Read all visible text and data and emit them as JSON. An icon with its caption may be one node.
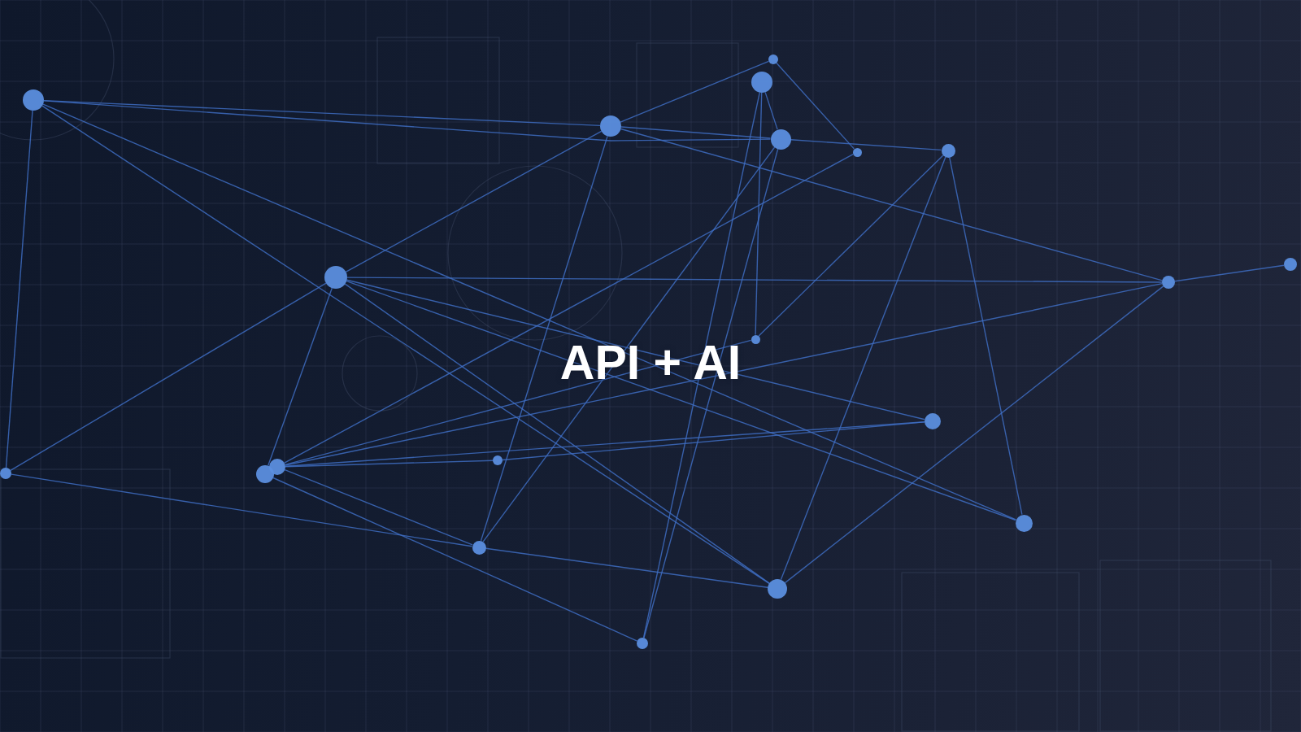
{
  "diagram": {
    "title": "API + AI",
    "nodes": [
      {
        "text": [],
        "shape": "circle"
      },
      {
        "text": [],
        "shape": "circle"
      },
      {
        "text": [],
        "shape": "circle"
      },
      {
        "text": [],
        "shape": "circle"
      },
      {
        "text": [],
        "shape": "circle"
      },
      {
        "text": [],
        "shape": "circle"
      },
      {
        "text": [],
        "shape": "circle"
      },
      {
        "text": [],
        "shape": "circle"
      },
      {
        "text": [],
        "shape": "circle"
      },
      {
        "text": [],
        "shape": "circle"
      },
      {
        "text": [],
        "shape": "circle"
      },
      {
        "text": [],
        "shape": "circle"
      },
      {
        "text": [],
        "shape": "circle"
      },
      {
        "text": [],
        "shape": "circle"
      },
      {
        "text": [],
        "shape": "circle"
      },
      {
        "text": [],
        "shape": "circle"
      },
      {
        "text": [],
        "shape": "circle"
      },
      {
        "text": [],
        "shape": "circle"
      },
      {
        "text": [],
        "shape": "circle"
      },
      {
        "text": [],
        "shape": "circle"
      }
    ],
    "edges": [
      {
        "from": 2,
        "to": 3,
        "arrow": "none"
      },
      {
        "from": 2,
        "to": 4,
        "arrow": "none"
      },
      {
        "from": 2,
        "to": 14,
        "arrow": "none"
      },
      {
        "from": 2,
        "to": 18,
        "arrow": "none"
      },
      {
        "from": 2,
        "to": 16,
        "arrow": "none"
      },
      {
        "from": 3,
        "to": 0,
        "arrow": "none"
      },
      {
        "from": 3,
        "to": 4,
        "arrow": "none"
      },
      {
        "from": 3,
        "to": 8,
        "arrow": "none"
      },
      {
        "from": 3,
        "to": 17,
        "arrow": "none"
      },
      {
        "from": 3,
        "to": 9,
        "arrow": "none"
      },
      {
        "from": 0,
        "to": 6,
        "arrow": "none"
      },
      {
        "from": 1,
        "to": 4,
        "arrow": "none"
      },
      {
        "from": 1,
        "to": 10,
        "arrow": "none"
      },
      {
        "from": 1,
        "to": 19,
        "arrow": "none"
      },
      {
        "from": 4,
        "to": 5,
        "arrow": "none"
      },
      {
        "from": 4,
        "to": 17,
        "arrow": "none"
      },
      {
        "from": 4,
        "to": 19,
        "arrow": "none"
      },
      {
        "from": 6,
        "to": 13,
        "arrow": "none"
      },
      {
        "from": 5,
        "to": 10,
        "arrow": "none"
      },
      {
        "from": 5,
        "to": 16,
        "arrow": "none"
      },
      {
        "from": 5,
        "to": 18,
        "arrow": "none"
      },
      {
        "from": 8,
        "to": 14,
        "arrow": "none"
      },
      {
        "from": 8,
        "to": 15,
        "arrow": "none"
      },
      {
        "from": 8,
        "to": 9,
        "arrow": "none"
      },
      {
        "from": 8,
        "to": 11,
        "arrow": "none"
      },
      {
        "from": 8,
        "to": 16,
        "arrow": "none"
      },
      {
        "from": 8,
        "to": 18,
        "arrow": "none"
      },
      {
        "from": 9,
        "to": 7,
        "arrow": "none"
      },
      {
        "from": 9,
        "to": 18,
        "arrow": "none"
      },
      {
        "from": 13,
        "to": 10,
        "arrow": "none"
      },
      {
        "from": 13,
        "to": 9,
        "arrow": "none"
      },
      {
        "from": 13,
        "to": 11,
        "arrow": "none"
      },
      {
        "from": 13,
        "to": 12,
        "arrow": "none"
      },
      {
        "from": 12,
        "to": 11,
        "arrow": "none"
      },
      {
        "from": 13,
        "to": 17,
        "arrow": "none"
      },
      {
        "from": 15,
        "to": 19,
        "arrow": "none"
      },
      {
        "from": 14,
        "to": 17,
        "arrow": "none"
      },
      {
        "from": 17,
        "to": 18,
        "arrow": "none"
      }
    ]
  }
}
